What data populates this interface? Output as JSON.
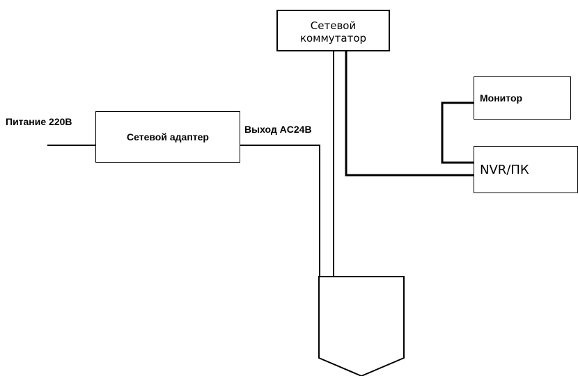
{
  "labels": {
    "power_input": "Питание 220В",
    "adapter_output": "Выход AC24B"
  },
  "nodes": {
    "switch": {
      "line1": "Сетевой",
      "line2": "коммутатор"
    },
    "adapter": "Сетевой адаптер",
    "monitor": "Монитор",
    "nvr": "NVR/ПК"
  }
}
